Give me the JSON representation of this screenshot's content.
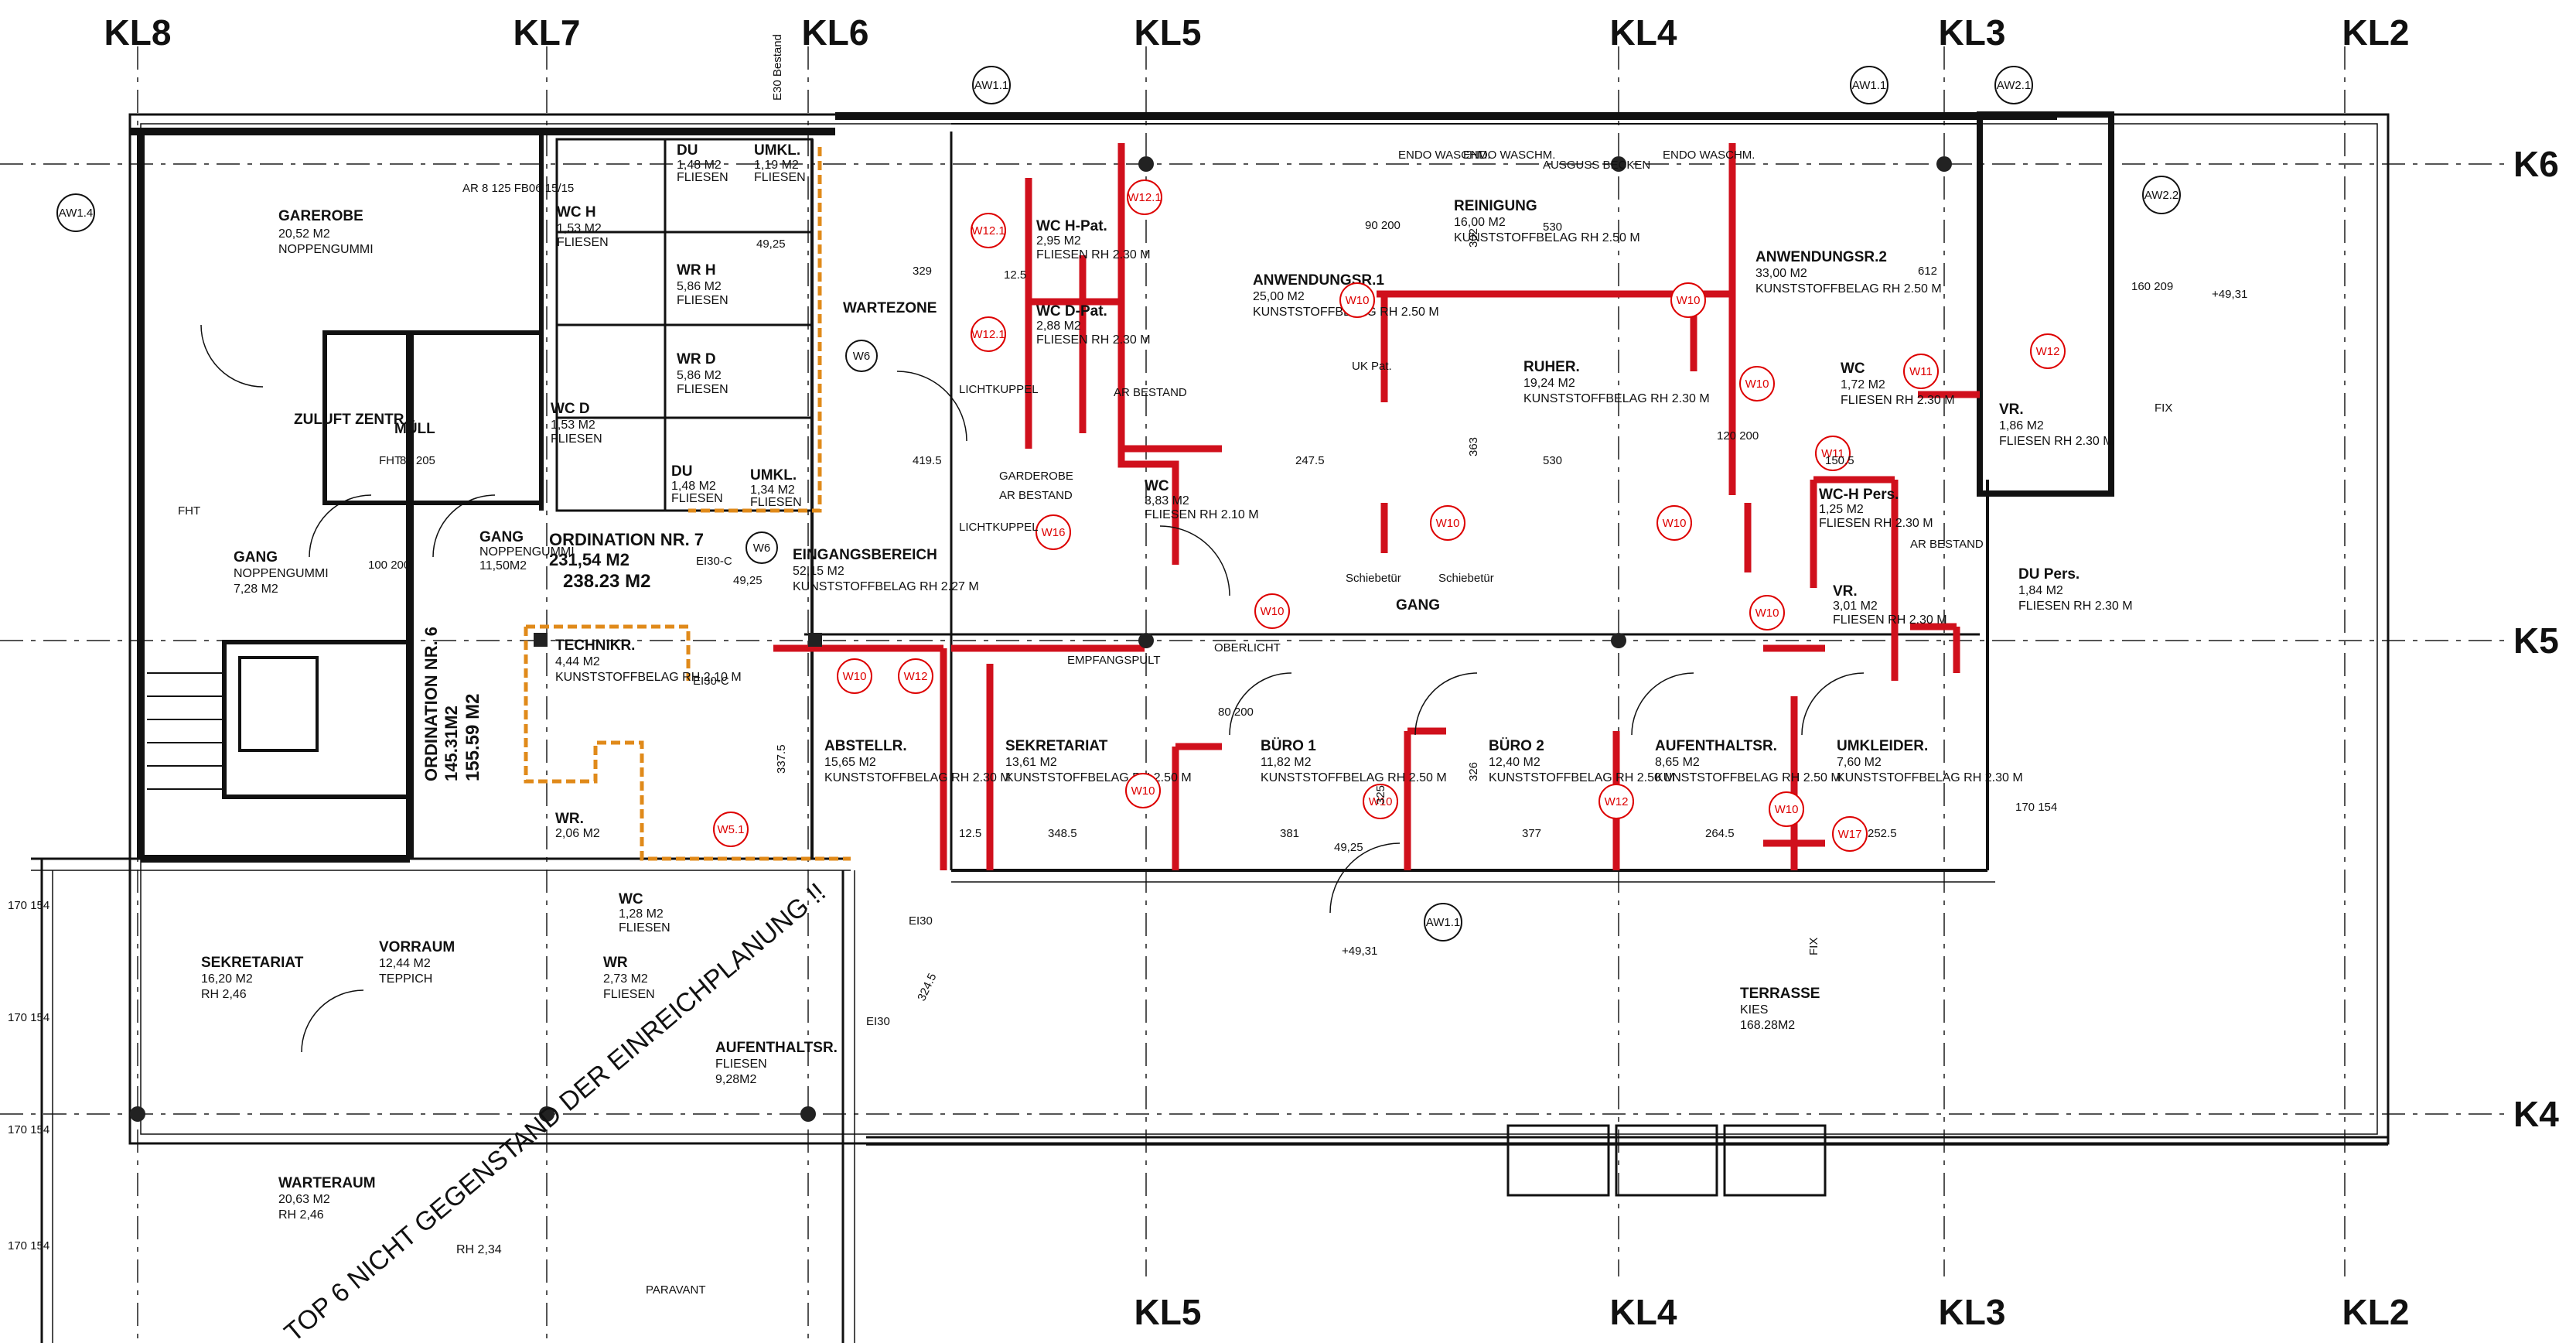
{
  "grid": {
    "top": [
      "KL8",
      "KL7",
      "KL6",
      "KL5",
      "KL4",
      "KL3",
      "KL2"
    ],
    "bottom": [
      "KL5",
      "KL4",
      "KL3",
      "KL2"
    ],
    "right": [
      "K6",
      "K5",
      "K4"
    ],
    "side": [
      "ORDINATION NR. 6",
      "145.31M2",
      "155.59 M2"
    ]
  },
  "rooms": [
    {
      "name": "GAREROBE",
      "area": "20,52 M2",
      "finish": "NOPPENGUMMI"
    },
    {
      "name": "ZULUFT ZENTR.",
      "area": "",
      "finish": ""
    },
    {
      "name": "MÜLL",
      "area": "",
      "finish": ""
    },
    {
      "name": "GANG",
      "area": "7,28 M2",
      "finish": "NOPPENGUMMI"
    },
    {
      "name": "WC H",
      "area": "1,53 M2",
      "finish": "FLIESEN"
    },
    {
      "name": "WR H",
      "area": "5,86 M2",
      "finish": "FLIESEN"
    },
    {
      "name": "WR D",
      "area": "5,86 M2",
      "finish": "FLIESEN"
    },
    {
      "name": "WC D",
      "area": "1,53 M2",
      "finish": "FLIESEN"
    },
    {
      "name": "DU",
      "area": "1,48 M2",
      "finish": "FLIESEN"
    },
    {
      "name": "UMKL.",
      "area": "1,19 M2",
      "finish": "FLIESEN"
    },
    {
      "name": "DU",
      "area": "1,48 M2",
      "finish": "FLIESEN"
    },
    {
      "name": "UMKL.",
      "area": "1,34 M2",
      "finish": "FLIESEN"
    },
    {
      "name": "GANG",
      "area": "11,50M2",
      "finish": "NOPPENGUMMI"
    },
    {
      "name": "ORDINATION NR. 7",
      "area": "238.23 M2",
      "finish": "231,54 M2"
    },
    {
      "name": "WARTEZONE",
      "area": "",
      "finish": ""
    },
    {
      "name": "EINGANGSBEREICH",
      "area": "52,15 M2",
      "finish": "KUNSTSTOFFBELAG RH 2.27 M"
    },
    {
      "name": "TECHNIKR.",
      "area": "4,44 M2",
      "finish": "KUNSTSTOFFBELAG RH 2.10 M"
    },
    {
      "name": "WR.",
      "area": "2,06 M2",
      "finish": ""
    },
    {
      "name": "WC H-Pat.",
      "area": "2,95 M2",
      "finish": "FLIESEN RH 2.30 M"
    },
    {
      "name": "WC D-Pat.",
      "area": "2,88 M2",
      "finish": "FLIESEN RH 2.30 M"
    },
    {
      "name": "WC",
      "area": "3,83 M2",
      "finish": "FLIESEN RH 2.10 M"
    },
    {
      "name": "ANWENDUNGSR.1",
      "area": "25,00 M2",
      "finish": "KUNSTSTOFFBELAG RH 2.50 M"
    },
    {
      "name": "REINIGUNG",
      "area": "16,00 M2",
      "finish": "KUNSTSTOFFBELAG RH 2.50 M"
    },
    {
      "name": "RUHER.",
      "area": "19,24 M2",
      "finish": "KUNSTSTOFFBELAG RH 2.30 M"
    },
    {
      "name": "ANWENDUNGSR.2",
      "area": "33,00 M2",
      "finish": "KUNSTSTOFFBELAG RH 2.50 M"
    },
    {
      "name": "WC",
      "area": "1,72 M2",
      "finish": "FLIESEN RH 2.30 M"
    },
    {
      "name": "VR.",
      "area": "1,86 M2",
      "finish": "FLIESEN RH 2.30 M"
    },
    {
      "name": "WC-H Pers.",
      "area": "1,25 M2",
      "finish": "FLIESEN RH 2.30 M"
    },
    {
      "name": "VR.",
      "area": "3,01 M2",
      "finish": "FLIESEN RH 2.30 M"
    },
    {
      "name": "DU Pers.",
      "area": "1,84 M2",
      "finish": "FLIESEN RH 2.30 M"
    },
    {
      "name": "GANG",
      "area": "",
      "finish": ""
    },
    {
      "name": "ABSTELLR.",
      "area": "15,65 M2",
      "finish": "KUNSTSTOFFBELAG RH 2.30 M"
    },
    {
      "name": "SEKRETARIAT",
      "area": "13,61 M2",
      "finish": "KUNSTSTOFFBELAG RH 2.50 M"
    },
    {
      "name": "BÜRO 1",
      "area": "11,82 M2",
      "finish": "KUNSTSTOFFBELAG RH 2.50 M"
    },
    {
      "name": "BÜRO 2",
      "area": "12,40 M2",
      "finish": "KUNSTSTOFFBELAG RH 2.50 M"
    },
    {
      "name": "AUFENTHALTSR.",
      "area": "8,65 M2",
      "finish": "KUNSTSTOFFBELAG RH 2.50 M"
    },
    {
      "name": "UMKLEIDER.",
      "area": "7,60 M2",
      "finish": "KUNSTSTOFFBELAG RH 2.30 M"
    },
    {
      "name": "TERRASSE",
      "area": "168.28M2",
      "finish": "KIES"
    },
    {
      "name": "SEKRETARIAT",
      "area": "16,20 M2",
      "finish": "RH 2,46"
    },
    {
      "name": "VORRAUM",
      "area": "12,44 M2",
      "finish": "TEPPICH"
    },
    {
      "name": "WARTERAUM",
      "area": "20,63 M2",
      "finish": "RH 2,46"
    },
    {
      "name": "WC",
      "area": "1,28 M2",
      "finish": "FLIESEN"
    },
    {
      "name": "WR",
      "area": "2,73 M2",
      "finish": "FLIESEN"
    },
    {
      "name": "AUFENTHALTSR.",
      "area": "9,28M2",
      "finish": "FLIESEN"
    },
    {
      "name": "RH 2,34",
      "area": "",
      "finish": ""
    }
  ],
  "tags": [
    {
      "label": "W12.1"
    },
    {
      "label": "W12.1"
    },
    {
      "label": "W12.1"
    },
    {
      "label": "W10"
    },
    {
      "label": "W10"
    },
    {
      "label": "W10"
    },
    {
      "label": "W11"
    },
    {
      "label": "W11"
    },
    {
      "label": "W12"
    },
    {
      "label": "W16"
    },
    {
      "label": "W10"
    },
    {
      "label": "W10"
    },
    {
      "label": "W10"
    },
    {
      "label": "W10"
    },
    {
      "label": "W10"
    },
    {
      "label": "W12"
    },
    {
      "label": "W10"
    },
    {
      "label": "W10"
    },
    {
      "label": "W12"
    },
    {
      "label": "W10"
    },
    {
      "label": "W17"
    },
    {
      "label": "W5.1"
    },
    {
      "label": "W6"
    },
    {
      "label": "W6"
    },
    {
      "label": "AW1.1"
    },
    {
      "label": "AW1.1"
    },
    {
      "label": "AW2.1"
    },
    {
      "label": "AW2.2"
    },
    {
      "label": "AW1.4"
    },
    {
      "label": "AW1.1"
    }
  ],
  "dims": [
    {
      "t": "329"
    },
    {
      "t": "419.5"
    },
    {
      "t": "247.5"
    },
    {
      "t": "530"
    },
    {
      "t": "530"
    },
    {
      "t": "150.5"
    },
    {
      "t": "612"
    },
    {
      "t": "302"
    },
    {
      "t": "363"
    },
    {
      "t": "325"
    },
    {
      "t": "326"
    },
    {
      "t": "337.5"
    },
    {
      "t": "348.5"
    },
    {
      "t": "381"
    },
    {
      "t": "377"
    },
    {
      "t": "264.5"
    },
    {
      "t": "252.5"
    },
    {
      "t": "324.5"
    },
    {
      "t": "12.5"
    },
    {
      "t": "12.5"
    },
    {
      "t": "170 154"
    },
    {
      "t": "170 154"
    },
    {
      "t": "170 154"
    },
    {
      "t": "170 154"
    },
    {
      "t": "170 154"
    },
    {
      "t": "160 209"
    },
    {
      "t": "90 200"
    },
    {
      "t": "80 200"
    },
    {
      "t": "80 205"
    },
    {
      "t": "100 200"
    },
    {
      "t": "120 200"
    }
  ],
  "notes": {
    "levels": [
      "+49,31",
      "+49,31",
      "49,25",
      "49,25",
      "49,25"
    ],
    "misc": [
      "LICHTKUPPEL",
      "LICHTKUPPEL",
      "AR BESTAND",
      "AR BESTAND",
      "AR BESTAND",
      "GARDEROBE",
      "EMPFANGSPULT",
      "Schiebetür",
      "Schiebetür",
      "E30 Bestand",
      "EI30",
      "EI30",
      "EI30-C",
      "EI30-C",
      "FIX",
      "FIX",
      "PARAVANT",
      "FHT",
      "FHT",
      "AR 8 125 FB06 15/15",
      "ENDO WASCHM.",
      "ENDO WASCHM.",
      "ENDO WASCHM.",
      "AUSGUSS BECKEN",
      "UK Pat.",
      "OBERLICHT"
    ],
    "diagonal": "TOP 6 NICHT GEGENSTAND DER EINREICHPLANUNG !!"
  }
}
